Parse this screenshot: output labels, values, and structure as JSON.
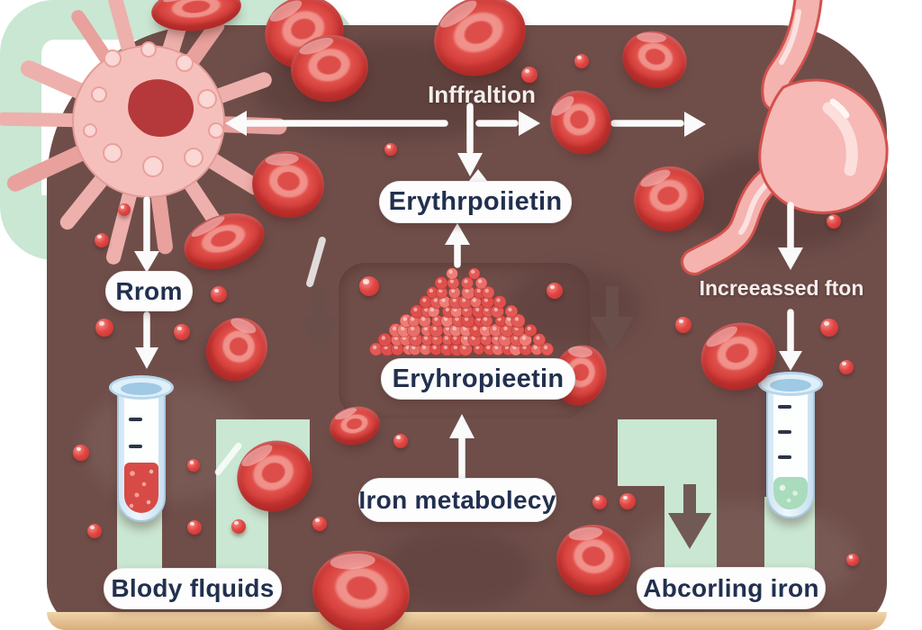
{
  "labels": {
    "inflammation": "Inffraltion",
    "erythropoietin_top": "Erythrpoiietin",
    "erythropoietin_mid": "Eryhropieetin",
    "iron_metabolism": "Iron metabolecy",
    "from": "Rrom",
    "increased_iron": "Increeassed fton",
    "body_fluids": "Blody flquids",
    "absorbing_iron": "Abcorling iron"
  },
  "icons": {
    "macrophage": "macrophage-cell-icon",
    "stomach": "stomach-icon",
    "test_tube_left": "test-tube-blood-sample-icon",
    "test_tube_right": "test-tube-green-sample-icon",
    "granule_pile": "iron-granule-pile-icon",
    "red_blood_cell": "red-blood-cell-icon",
    "red_dot": "iron-particle-icon"
  },
  "colors": {
    "panel": "#6f4e4a",
    "pipe": "#c9e7d2",
    "label_bg": "#fdfdfd",
    "label_text": "#22304f",
    "text_light": "#f4efed",
    "cell_red": "#e1504b",
    "tan": "#e2bd90",
    "arrow_white": "#fafafa",
    "arrow_dark": "#6a4f4b"
  }
}
